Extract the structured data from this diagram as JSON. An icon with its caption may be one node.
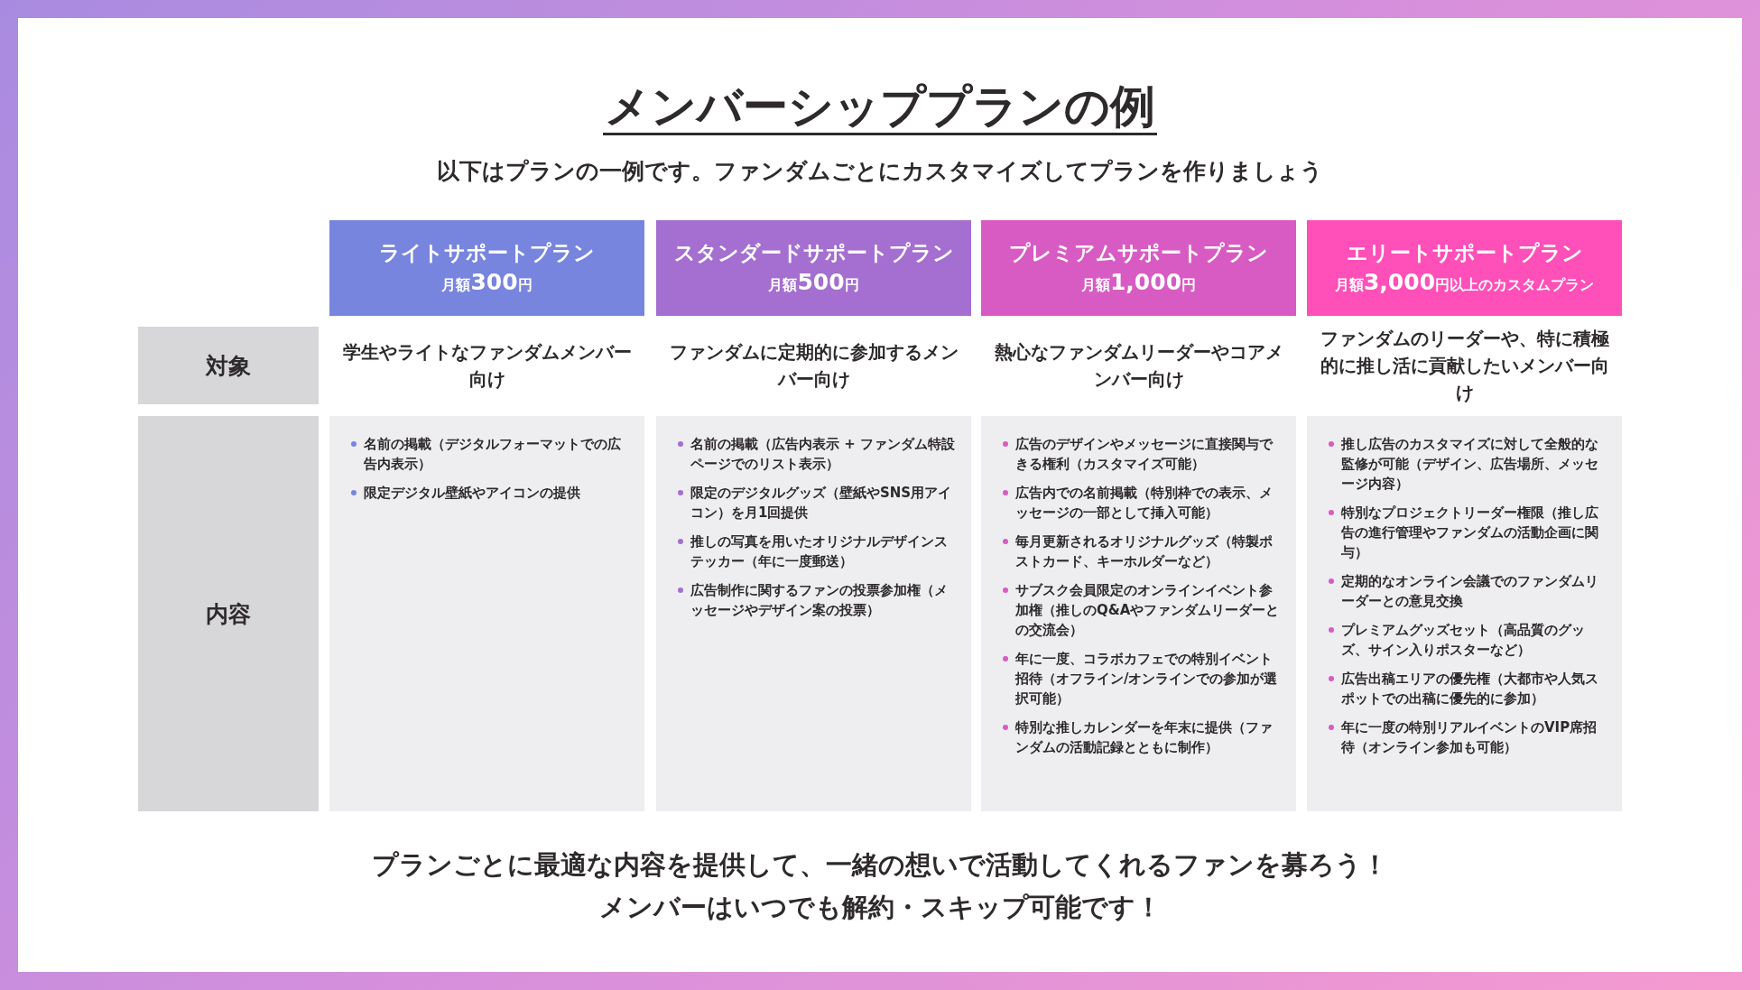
{
  "diagram": {
    "title": "メンバーシッププランの例",
    "nodes": [
      {
        "text": [
          "ライトサポートプラン",
          "月額300円"
        ]
      },
      {
        "text": [
          "スタンダードサポートプラン",
          "月額500円"
        ]
      },
      {
        "text": [
          "プレミアムサポートプラン",
          "月額1,000円"
        ]
      },
      {
        "text": [
          "エリートサポートプラン",
          "月額3,000円以上のカスタムプラン"
        ]
      },
      {
        "text": [
          "対象"
        ]
      },
      {
        "text": [
          "内容"
        ]
      },
      {
        "text": [
          "名前の掲載（デジタルフォーマットでの広告内表示）",
          "限定デジタル壁紙やアイコンの提供"
        ]
      },
      {
        "text": [
          "名前の掲載（広告内表示 + ファンダム特設ページでのリスト表示）",
          "限定のデジタルグッズ（壁紙やSNS用アイコン）を月1回提供",
          "推しの写真を用いたオリジナルデザインステッカー（年に一度郵送）",
          "広告制作に関するファンの投票参加権（メッセージやデザイン案の投票）"
        ]
      },
      {
        "text": [
          "広告のデザインやメッセージに直接関与できる権利（カスタマイズ可能）",
          "広告内での名前掲載（特別枠での表示、メッセージの一部として挿入可能）",
          "毎月更新されるオリジナルグッズ（特製ポストカード、キーホルダーなど）",
          "サブスク会員限定のオンラインイベント参加権（推しのQ&Aやファンダムリーダーとの交流会）",
          "年に一度、コラボカフェでの特別イベント招待（オフライン/オンラインでの参加が選択可能）",
          "特別な推しカレンダーを年末に提供（ファンダムの活動記録とともに制作）"
        ]
      },
      {
        "text": [
          "推し広告のカスタマイズに対して全般的な監修が可能（デザイン、広告場所、メッセージ内容）",
          "特別なプロジェクトリーダー権限（推し広告の進行管理やファンダムの活動企画に関与）",
          "定期的なオンライン会議でのファンダムリーダーとの意見交換",
          "プレミアムグッズセット（高品質のグッズ、サイン入りポスターなど）",
          "広告出稿エリアの優先権（大都市や人気スポットでの出稿に優先的に参加）",
          "年に一度の特別リアルイベントのVIP席招待（オンライン参加も可能）"
        ]
      }
    ],
    "labels": [
      "以下はプランの一例です。ファンダムごとにカスタマイズしてプランを作りましょう",
      "学生やライトなファンダムメンバー向け",
      "ファンダムに定期的に参加するメンバー向け",
      "熱心なファンダムリーダーやコアメンバー向け",
      "ファンダムのリーダーや、特に積極的に推し活に貢献したいメンバー向け",
      "プランごとに最適な内容を提供して、一緒の想いで活動してくれるファンを募ろう！",
      "メンバーはいつでも解約・スキップ可能です！"
    ]
  }
}
